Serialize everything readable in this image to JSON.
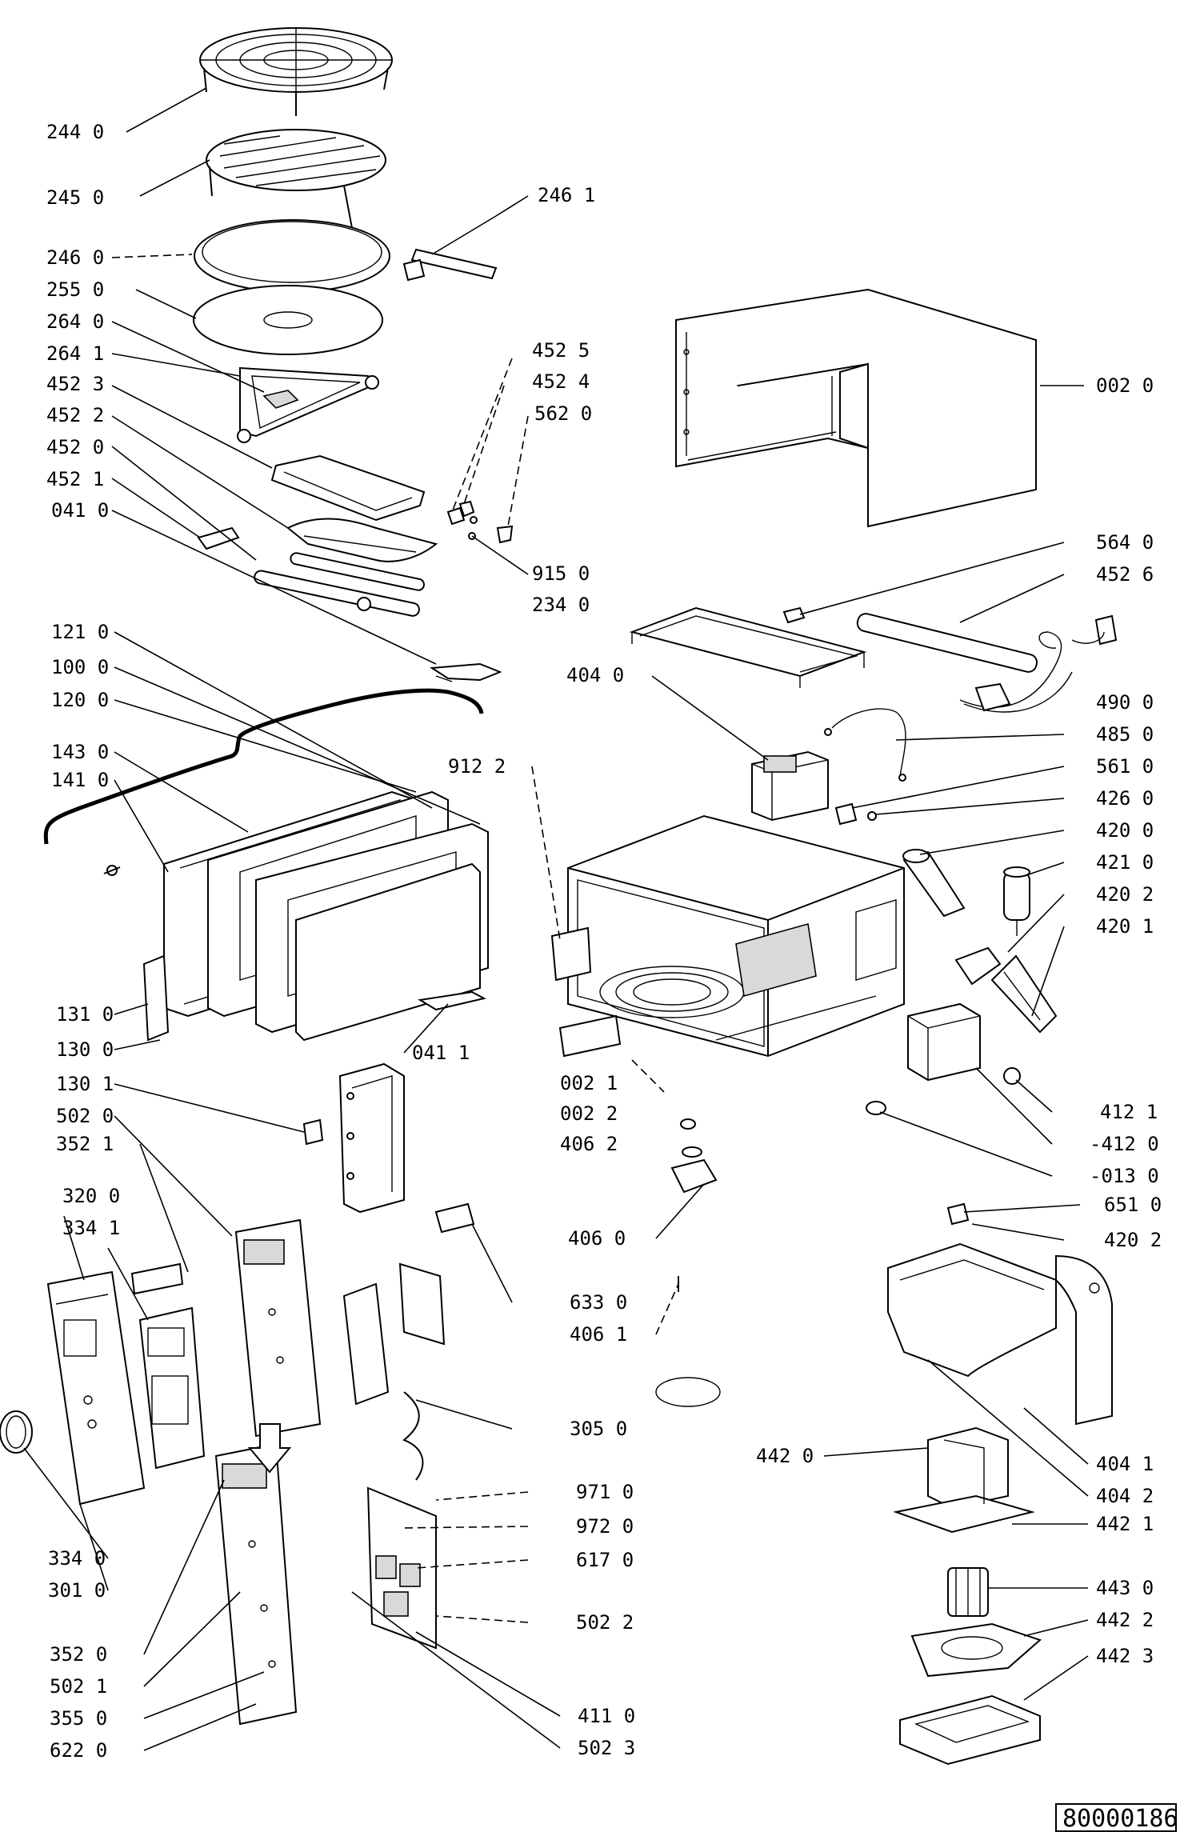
{
  "document_number": "80000186",
  "labels": [
    "244 0",
    "245 0",
    "246 0",
    "255 0",
    "264 0",
    "264 1",
    "452 3",
    "452 2",
    "452 0",
    "452 1",
    "041 0",
    "246 1",
    "452 5",
    "452 4",
    "562 0",
    "915 0",
    "234 0",
    "002 0",
    "564 0",
    "452 6",
    "404 0",
    "490 0",
    "485 0",
    "121 0",
    "100 0",
    "120 0",
    "143 0",
    "141 0",
    "912 2",
    "561 0",
    "426 0",
    "420 0",
    "421 0",
    "420 2",
    "420 1",
    "131 0",
    "130 0",
    "041 1",
    "130 1",
    "502 0",
    "352 1",
    "002 1",
    "002 2",
    "406 2",
    "412 1",
    "-412 0",
    "-013 0",
    "320 0",
    "334 1",
    "406 0",
    "651 0",
    "420 2",
    "633 0",
    "406 1",
    "305 0",
    "442 0",
    "404 1",
    "404 2",
    "442 1",
    "971 0",
    "972 0",
    "617 0",
    "334 0",
    "301 0",
    "443 0",
    "502 2",
    "442 2",
    "352 0",
    "502 1",
    "442 3",
    "355 0",
    "411 0",
    "622 0",
    "502 3"
  ]
}
